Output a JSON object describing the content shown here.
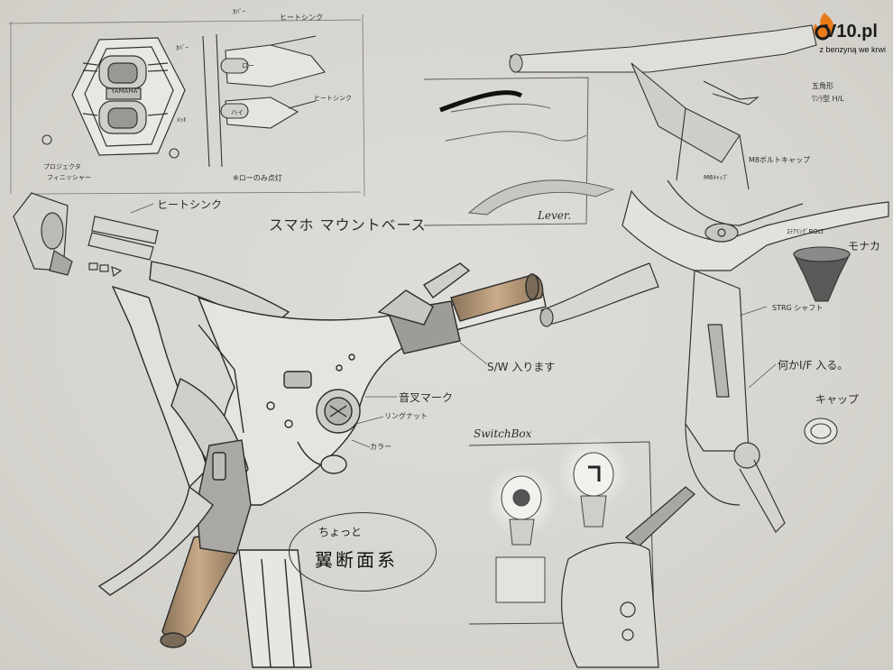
{
  "logo": {
    "brand": "V10.pl",
    "tagline": "z benzyną we krwi"
  },
  "notes": {
    "cover": "ｶﾊﾞｰ",
    "heatsink_top": "ヒートシンク",
    "yamaha": "YAMAHA",
    "lo": "ロー",
    "hi": "ハイ",
    "heatsink_mid": "ヒートシンク",
    "cover_side": "ｶﾊﾞｰ",
    "mekki": "ﾒｯｷ",
    "projector": "プロジェクタ",
    "finisher": "フィニッシャー",
    "lo_only": "※ローのみ点灯",
    "heatsink_left": "ヒートシンク",
    "phone_mount": "スマホ マウントベース",
    "lever": "Lever.",
    "sw_inside": "S/W 入ります",
    "tuning_fork": "音叉マーク",
    "ring_nut": "リングナット",
    "collar": "カラー",
    "switchbox": "SwitchBox",
    "chotto": "ちょっと",
    "wing_section": "翼断面系",
    "pentagon": "五角形",
    "one_piece_hl": "ﾜﾝﾗ型 H/L",
    "m6_cap": "M6ｷｬｯﾌﾟ",
    "m8_bolt_cap": "M8ボルトキャップ",
    "steer_bolt": "ｽﾃｱﾘﾝｸﾞBOLT",
    "mechanical": "モナカ",
    "stem_shaft": "STRG シャフト",
    "interface": "何かI/F 入る。",
    "cap": "キャップ"
  },
  "colors": {
    "paper": "#dcdad4",
    "ink": "#2c2c2c",
    "grip_wood": "#b89a78",
    "logo_flame": "#e87a1a"
  }
}
